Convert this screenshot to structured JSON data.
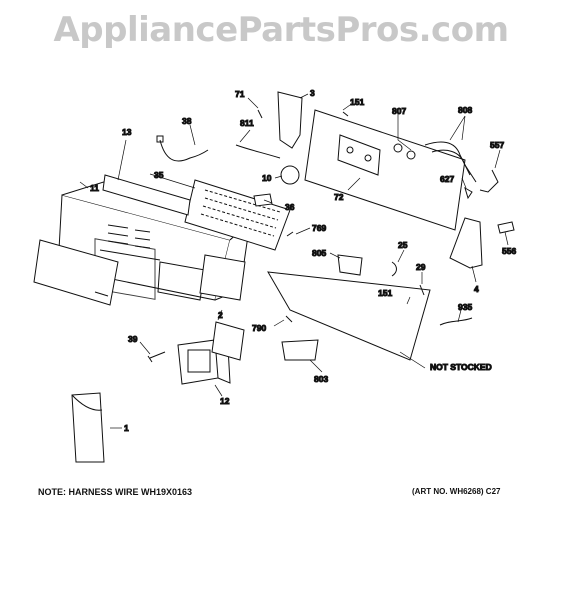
{
  "watermark": "AppliancePartsPros.com",
  "note_left": "NOTE: HARNESS WIRE WH19X0163",
  "note_right": "(ART NO. WH6268)  C27",
  "not_stocked": "NOT STOCKED",
  "labels": {
    "p1": "1",
    "p2": "2",
    "p3": "3",
    "p4": "4",
    "p10": "10",
    "p11": "11",
    "p12": "12",
    "p13": "13",
    "p25": "25",
    "p29": "29",
    "p35": "35",
    "p36": "36",
    "p38": "38",
    "p39": "39",
    "p71": "71",
    "p72": "72",
    "p151a": "151",
    "p151b": "151",
    "p556": "556",
    "p557": "557",
    "p627": "627",
    "p769": "769",
    "p790": "790",
    "p803": "803",
    "p805": "805",
    "p807": "807",
    "p808": "808",
    "p811": "811",
    "p935": "935"
  }
}
